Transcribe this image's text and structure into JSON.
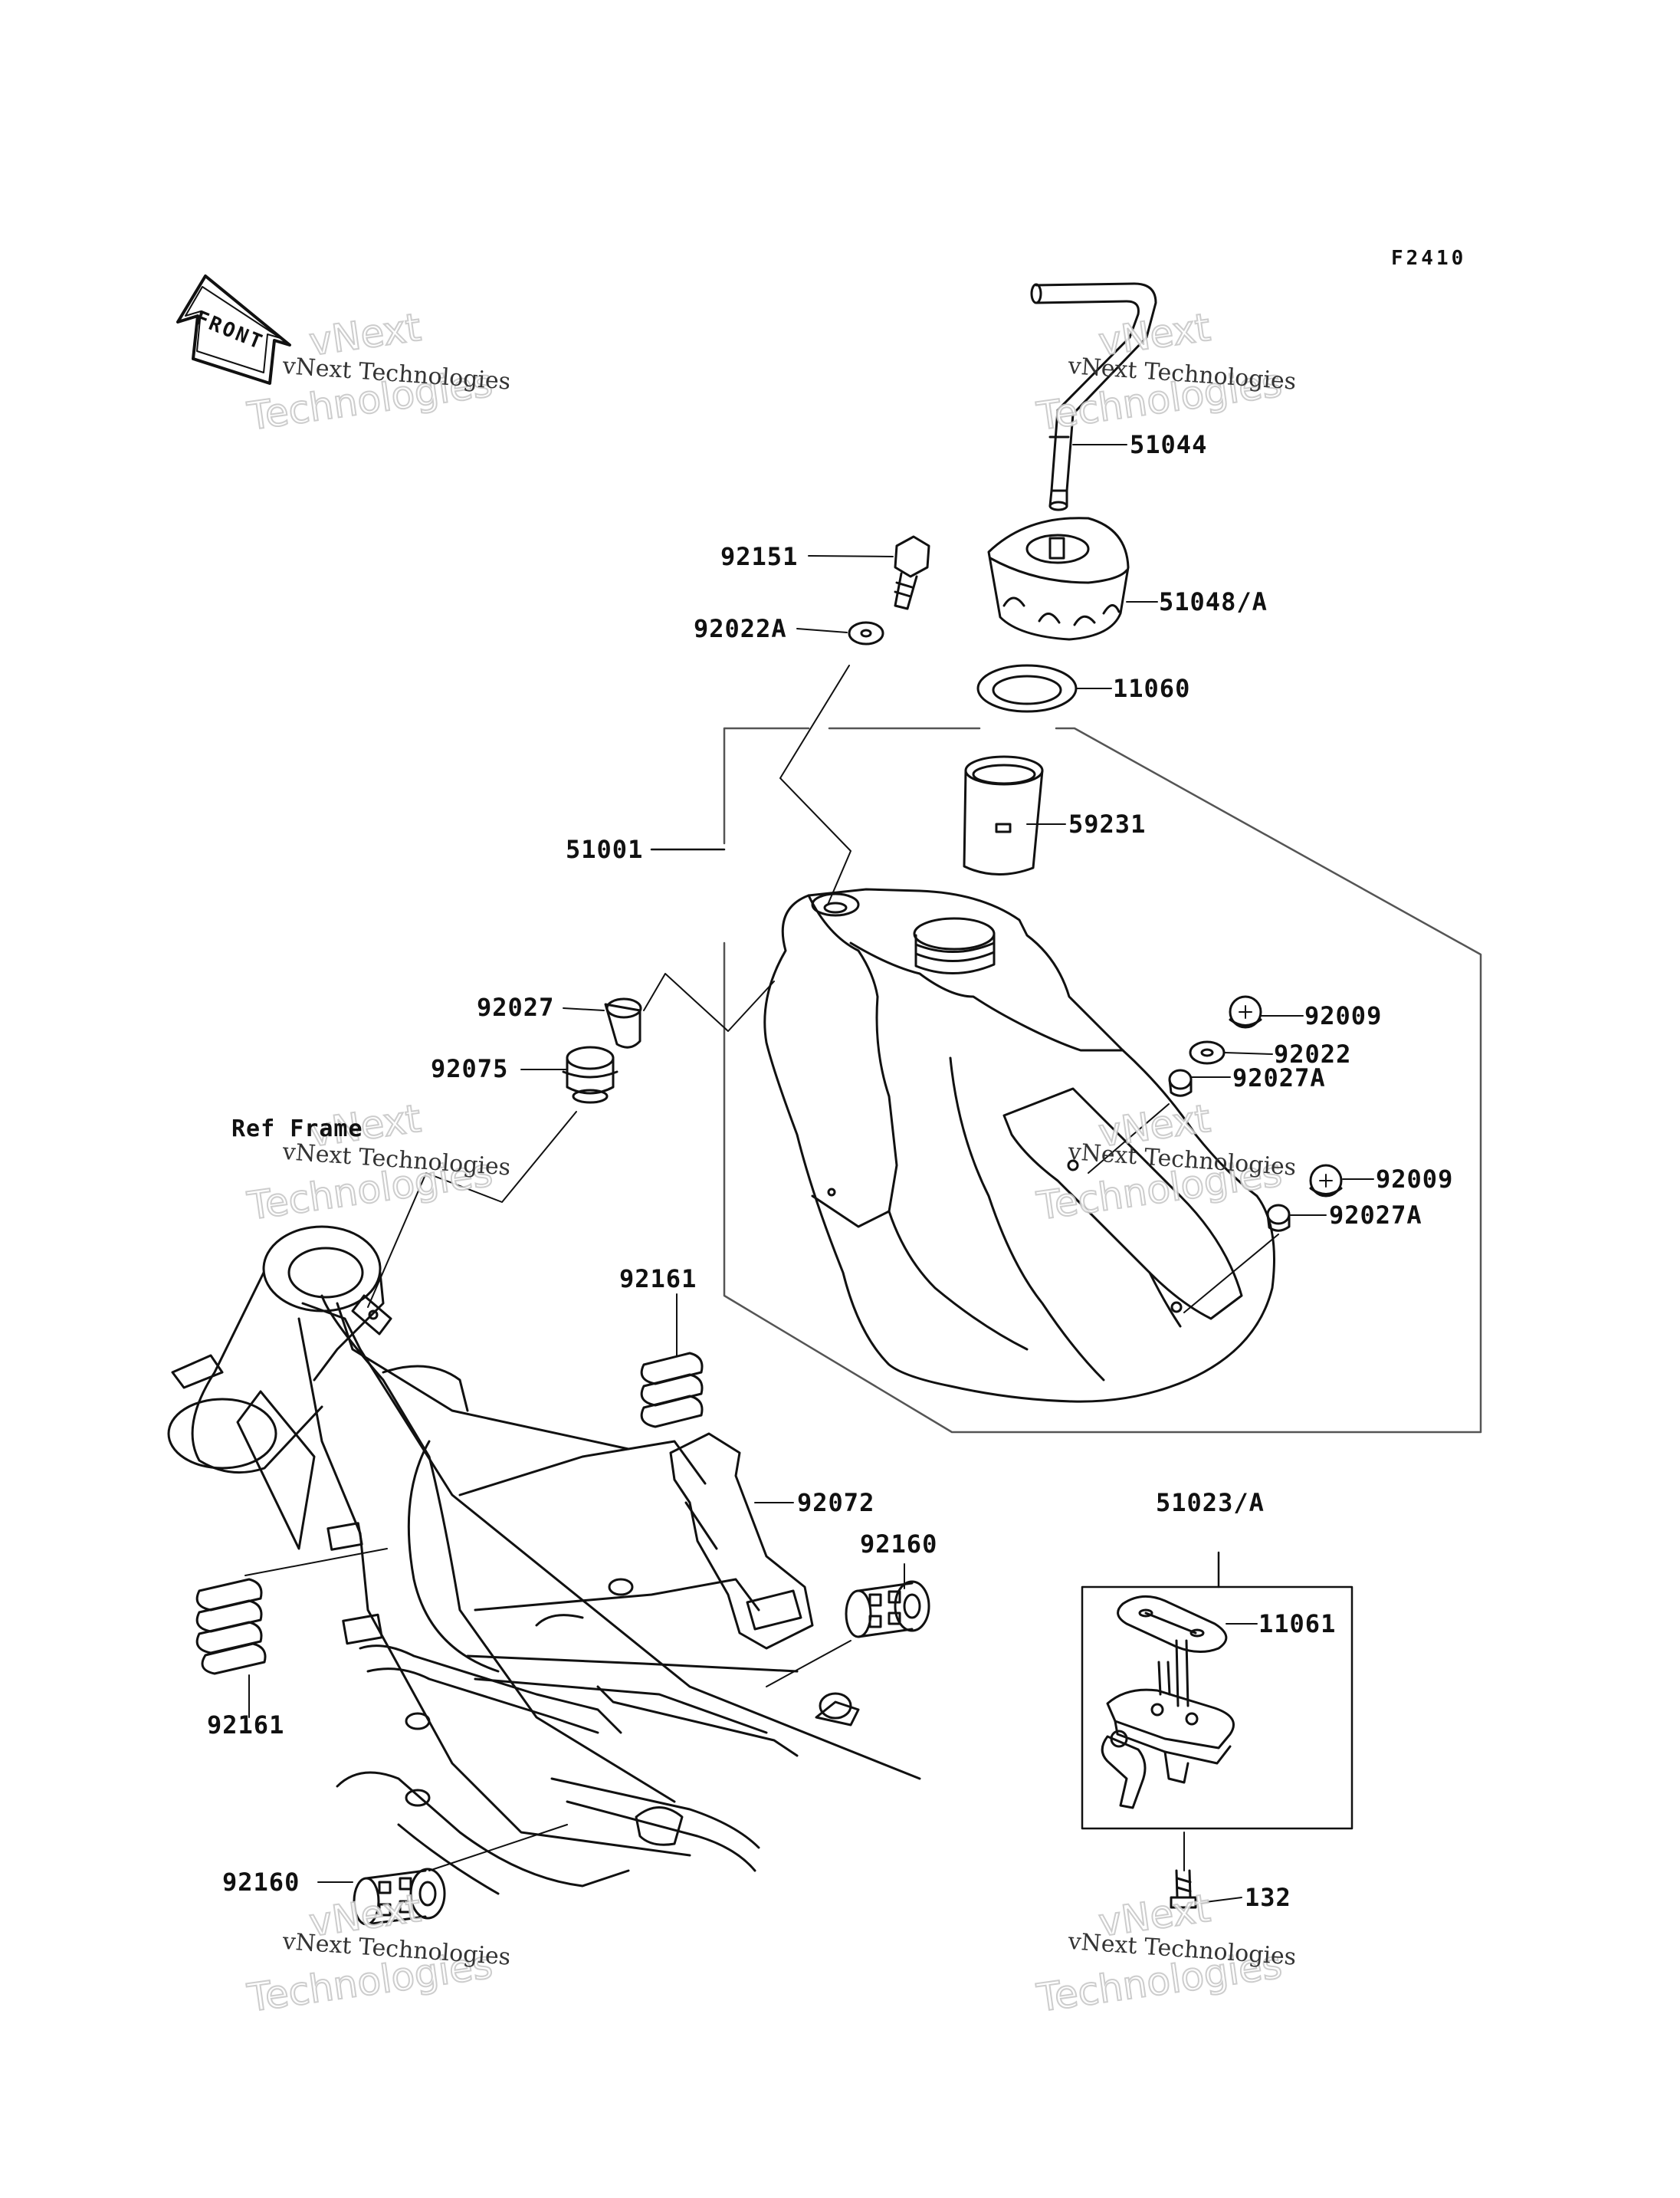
{
  "diagram_code": "F2410",
  "front_label": "FRONT",
  "ref_frame_label": "Ref Frame",
  "watermark": {
    "company_line": "vNext Technologies",
    "word_vnext": "vNext",
    "word_technologies": "Technologies"
  },
  "parts": {
    "breather_hose": "51044",
    "fuel_cap": "51048/A",
    "bolt": "92151",
    "washer_cap": "92022A",
    "cap_gasket": "11060",
    "fuel_tank": "51001",
    "filler_neck": "59231",
    "collar": "92027",
    "grommet": "92075",
    "screw_upper": "92009",
    "washer": "92022",
    "collar_upper": "92027A",
    "screw_lower": "92009",
    "collar_lower": "92027A",
    "damper_top": "92161",
    "strap": "92072",
    "damper_right": "92160",
    "fuel_cock": "51023/A",
    "cock_gasket": "11061",
    "damper_left_block": "92161",
    "damper_bottom": "92160",
    "cock_bolt": "132"
  }
}
